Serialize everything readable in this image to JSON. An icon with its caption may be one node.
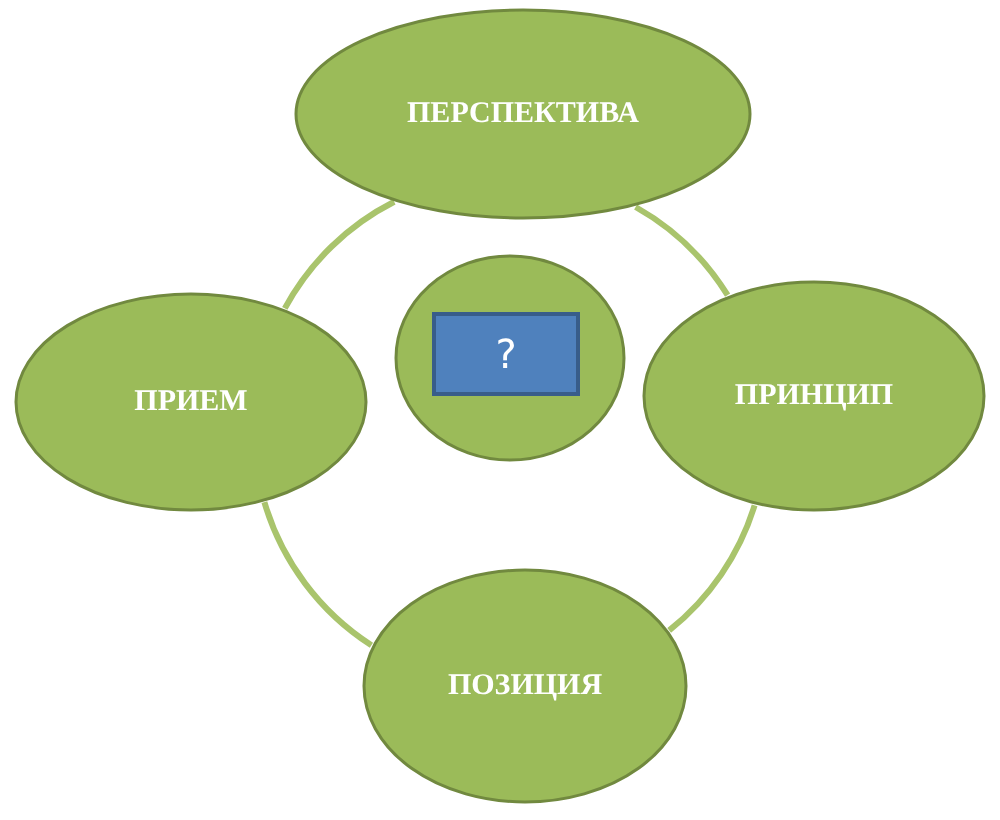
{
  "diagram": {
    "nodes": [
      {
        "text": [
          "ПЕРСПЕКТИВА"
        ]
      },
      {
        "text": [],
        "shape": "circle"
      },
      {
        "text": [
          "?"
        ],
        "in": 1
      },
      {
        "text": [
          "ПРИЕМ"
        ]
      },
      {
        "text": [
          "ПРИНЦИП"
        ]
      },
      {
        "text": [
          "ПОЗИЦИЯ"
        ]
      }
    ],
    "edges": [
      {
        "from": 0,
        "to": 4,
        "arrow": "none"
      },
      {
        "from": 4,
        "to": 5,
        "arrow": "none"
      },
      {
        "from": 5,
        "to": 3,
        "arrow": "none"
      },
      {
        "from": 3,
        "to": 0,
        "arrow": "none"
      }
    ]
  }
}
